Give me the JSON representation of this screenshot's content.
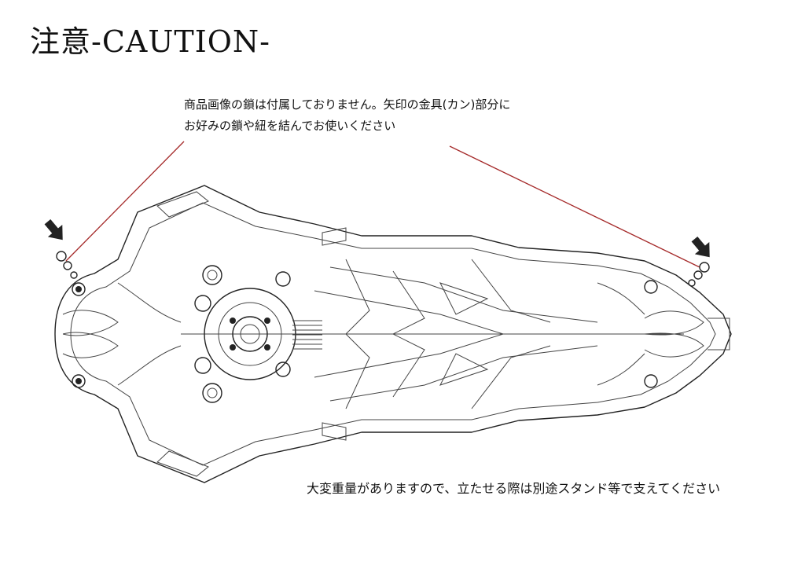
{
  "title": "注意-CAUTION-",
  "note": {
    "line1": "商品画像の鎖は付属しておりません。矢印の金具(カン)部分に",
    "line2": "お好みの鎖や紐を結んでお使いください"
  },
  "warning": "大変重量がありますので、立たせる際は別途スタンド等で支えてください",
  "colors": {
    "leader_line": "#a52a2a",
    "line_art": "#222222"
  },
  "icons": [
    "arrow-down-right-icon",
    "arrow-down-right-icon"
  ]
}
